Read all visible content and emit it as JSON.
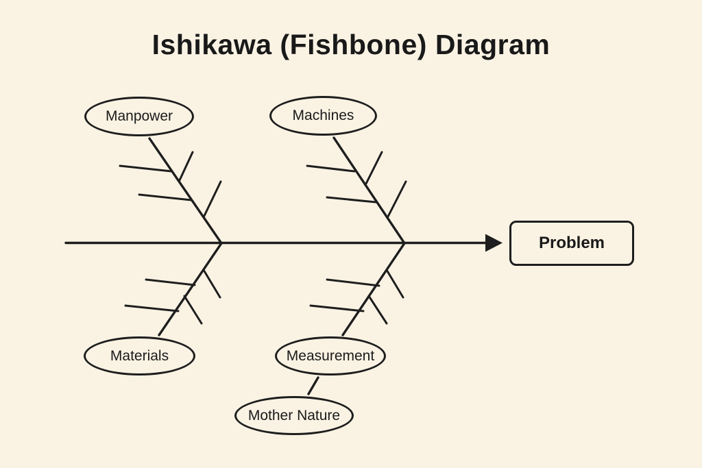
{
  "title": "Ishikawa (Fishbone) Diagram",
  "diagram": {
    "type": "fishbone",
    "problem": "Problem",
    "categories": [
      {
        "label": "Manpower",
        "position": "top-left"
      },
      {
        "label": "Machines",
        "position": "top-right"
      },
      {
        "label": "Materials",
        "position": "bottom-left"
      },
      {
        "label": "Measurement",
        "position": "bottom-right"
      },
      {
        "label": "Mother Nature",
        "position": "below-measurement"
      }
    ],
    "colors": {
      "background": "#FAF3E4",
      "line": "#1E1E1E",
      "text": "#1A1A1A"
    }
  }
}
